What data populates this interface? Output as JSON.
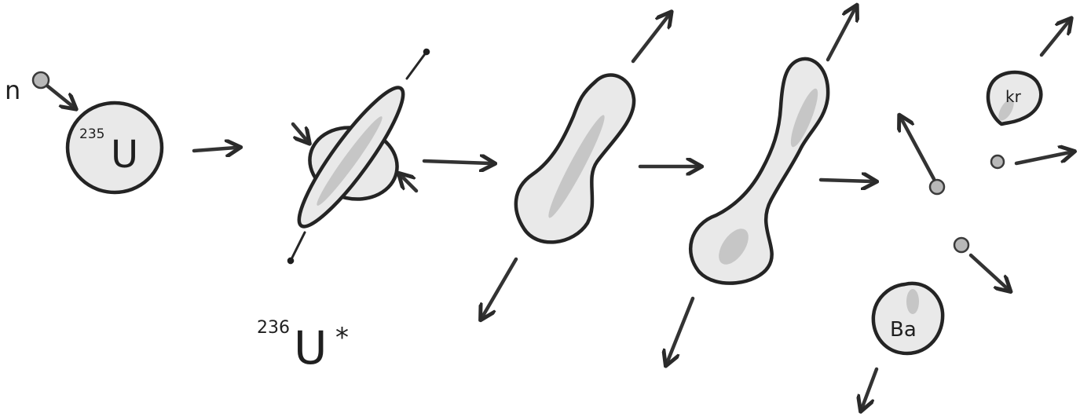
{
  "labels": {
    "neutron": "n",
    "u235_mass": "235",
    "u235_symbol": "U",
    "u236_mass": "236",
    "u236_symbol": "U",
    "u236_star": "*",
    "krypton": "kr",
    "barium": "Ba"
  },
  "colors": {
    "ink": "#262626",
    "nucleus_fill": "#e9e9e9",
    "shading": "#a9a9a9",
    "particle": "#b8b8b8"
  }
}
